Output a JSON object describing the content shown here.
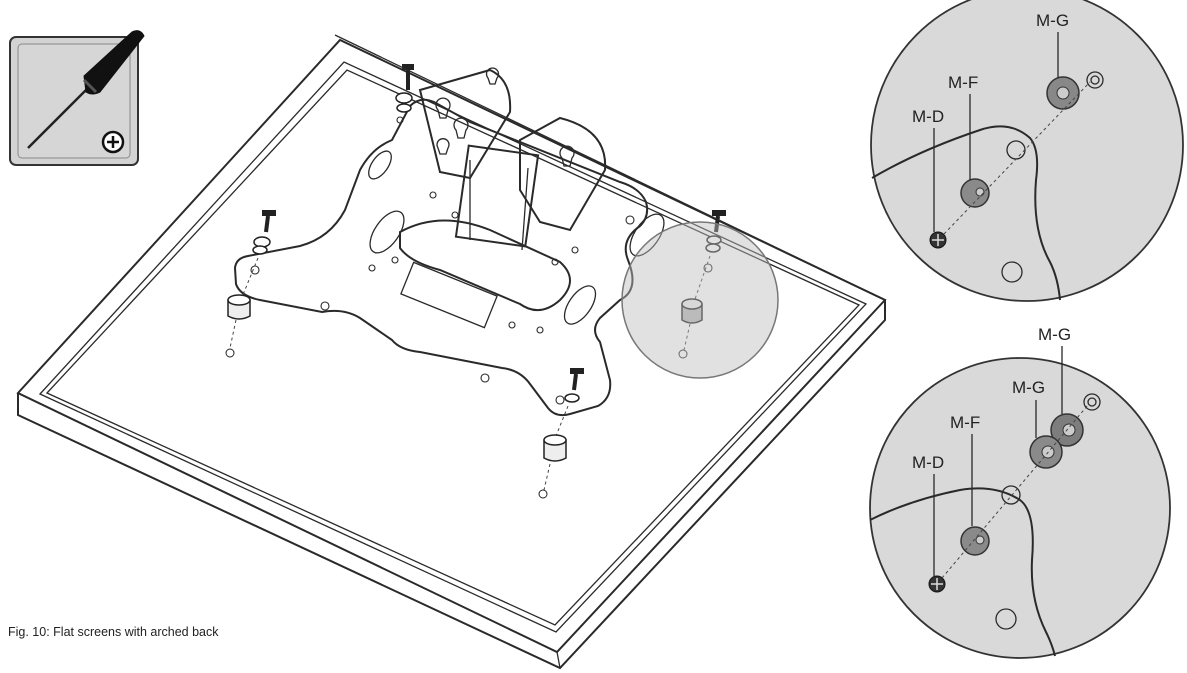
{
  "figure": {
    "caption": "Fig. 10: Flat screens with arched back"
  },
  "detail_top": {
    "labels": {
      "d": "M-D",
      "f": "M-F",
      "g": "M-G"
    }
  },
  "detail_bottom": {
    "labels": {
      "d": "M-D",
      "f": "M-F",
      "g1": "M-G",
      "g2": "M-G"
    }
  },
  "colors": {
    "ink": "#2a2a2a",
    "detail_fill": "#d9d9d9",
    "part_gray": "#8a8a8a"
  },
  "icons": {
    "tool": "phillips-screwdriver-icon"
  }
}
